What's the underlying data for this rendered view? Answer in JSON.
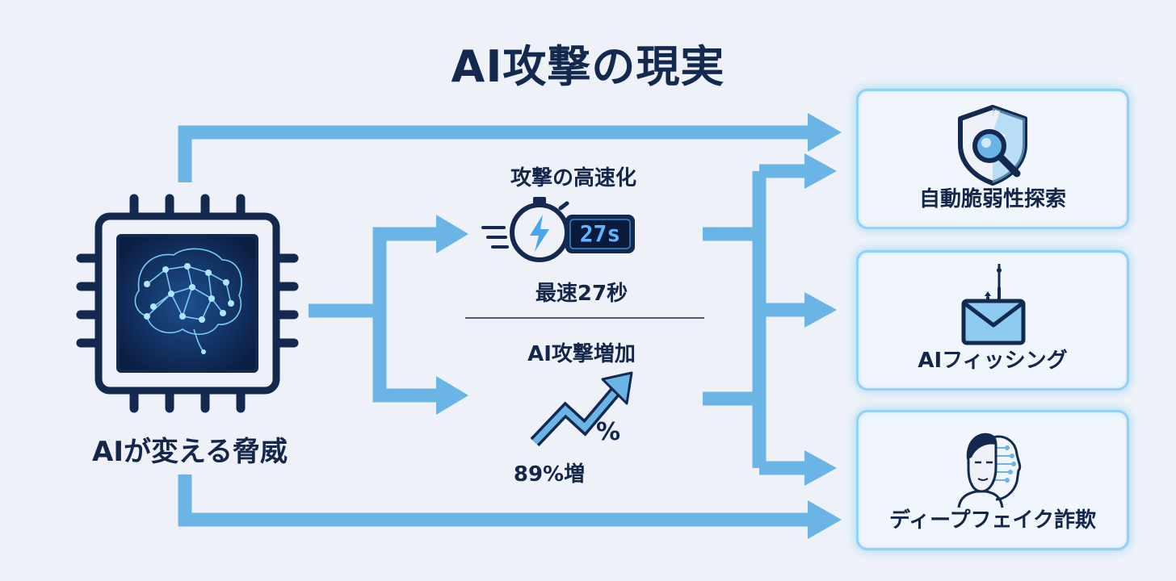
{
  "title": "AI攻撃の現実",
  "source": {
    "label": "AIが変える脅威",
    "icon": "ai-chip-brain-icon"
  },
  "speed": {
    "label": "攻撃の高速化",
    "timer_display": "27s",
    "value": "最速27秒",
    "icon": "stopwatch-icon"
  },
  "increase": {
    "label": "AI攻撃増加",
    "value": "89%増",
    "percent_sign": "%",
    "icon": "trend-up-arrow-icon"
  },
  "targets": [
    {
      "label": "自動脆弱性探索",
      "icon": "broken-shield-magnifier-icon"
    },
    {
      "label": "AIフィッシング",
      "icon": "phishing-hook-envelope-icon"
    },
    {
      "label": "ディープフェイク詐欺",
      "icon": "deepfake-face-icon"
    }
  ],
  "colors": {
    "arrow": "#6ab4e6",
    "navy": "#13294f",
    "glow": "#8fd2f4",
    "background": "#eef2f8"
  }
}
